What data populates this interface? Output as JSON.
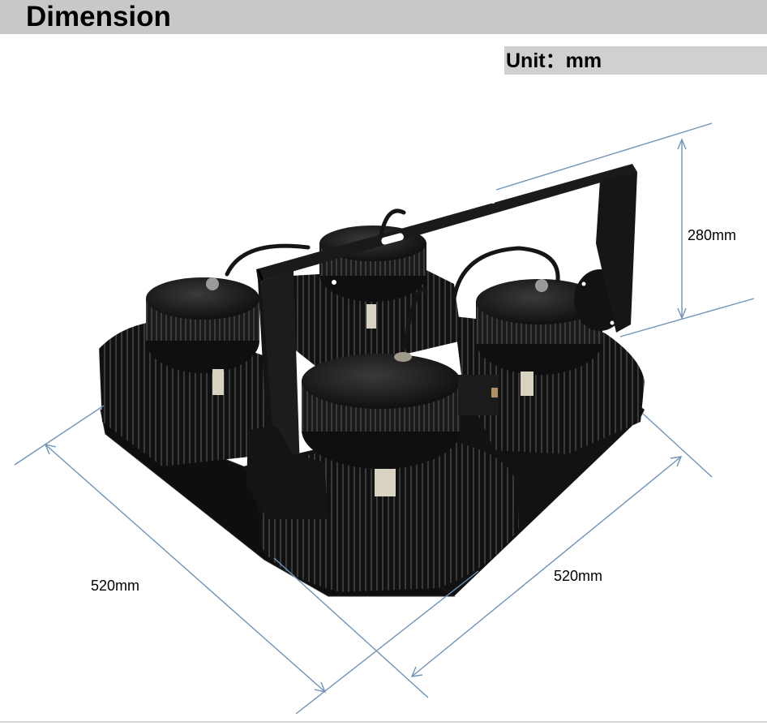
{
  "header": {
    "title": "Dimension"
  },
  "unit": {
    "label": "Unit：mm"
  },
  "dimensions": {
    "height_label": "280mm",
    "left_width_label": "520mm",
    "right_width_label": "520mm"
  },
  "colors": {
    "title_bar": "#c8c8c8",
    "unit_bar": "#d0d0d0",
    "dimension_line": "#6f93b8",
    "fixture_body": "#151515"
  }
}
